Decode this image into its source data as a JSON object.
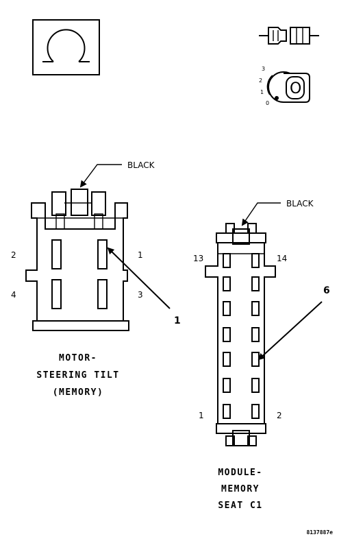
{
  "left_connector": {
    "color_label": "BLACK",
    "pins": [
      "2",
      "1",
      "4",
      "3"
    ],
    "callout": "1",
    "title_lines": [
      "MOTOR-",
      "STEERING TILT",
      "(MEMORY)"
    ]
  },
  "right_connector": {
    "color_label": "BLACK",
    "pins": [
      "13",
      "14",
      "1",
      "2"
    ],
    "callout": "6",
    "title_lines": [
      "MODULE-",
      "MEMORY",
      "SEAT C1"
    ]
  },
  "key_icon": {
    "positions": [
      "3",
      "2",
      "1",
      "0"
    ],
    "letter": "O"
  },
  "figure_code": "8137887e"
}
